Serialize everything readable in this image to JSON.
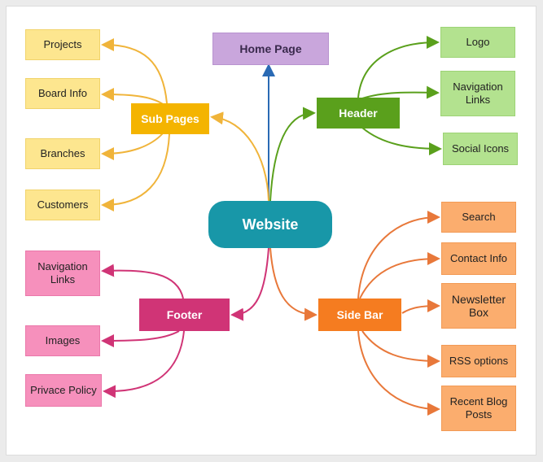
{
  "center": {
    "label": "Website",
    "color": "#1897a8"
  },
  "home": {
    "label": "Home Page",
    "color": "#c9a6dc",
    "link_color": "#2a6ab4"
  },
  "sub_pages": {
    "label": "Sub Pages",
    "color": "#f4b400",
    "link_color": "#f0b43a",
    "items": [
      "Projects",
      "Board Info",
      "Branches",
      "Customers"
    ]
  },
  "header": {
    "label": "Header",
    "color": "#5aa01c",
    "link_color": "#5aa01c",
    "items": [
      "Logo",
      "Navigation Links",
      "Social Icons"
    ]
  },
  "footer": {
    "label": "Footer",
    "color": "#d03476",
    "link_color": "#d03476",
    "items": [
      "Navigation Links",
      "Images",
      "Privace Policy"
    ]
  },
  "side_bar": {
    "label": "Side Bar",
    "color": "#f57c20",
    "link_color": "#e8783a",
    "items": [
      "Search",
      "Contact Info",
      "Newsletter Box",
      "RSS options",
      "Recent Blog Posts"
    ]
  }
}
